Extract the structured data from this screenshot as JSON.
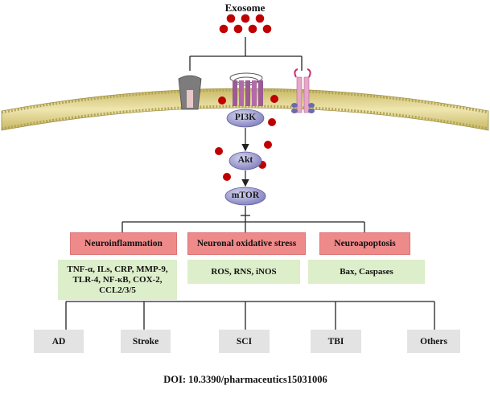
{
  "title": "Exosome",
  "pathway": [
    "PI3K",
    "Akt",
    "mTOR"
  ],
  "categories": [
    {
      "name": "Neuroinflammation",
      "items": [
        "TNF-α, ILs, CRP, MMP-9,",
        "TLR-4, NF-κB, COX-2,",
        "CCL2/3/5"
      ]
    },
    {
      "name": "Neuronal oxidative stress",
      "items": [
        "ROS, RNS, iNOS"
      ]
    },
    {
      "name": "Neuroapoptosis",
      "items": [
        "Bax, Caspases"
      ]
    }
  ],
  "diseases": [
    "AD",
    "Stroke",
    "SCI",
    "TBI",
    "Others"
  ],
  "doi": "DOI: 10.3390/pharmaceutics15031006",
  "colors": {
    "exosome": "#c00000",
    "kinase_fill": "#8a89c4",
    "category_fill": "#ee8a8a",
    "target_fill": "#ddeecb",
    "disease_fill": "#e3e3e3",
    "membrane": "#d9c979"
  }
}
